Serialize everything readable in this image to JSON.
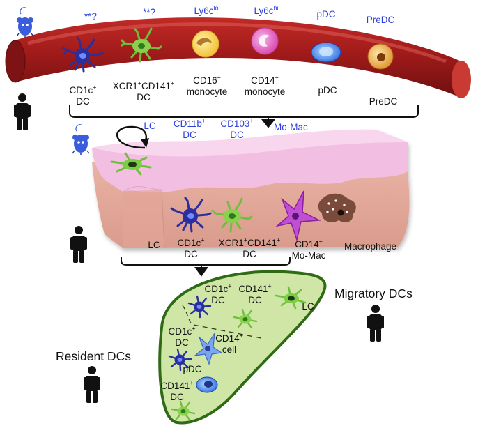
{
  "mouse_labels": {
    "ast_1": "**?",
    "ast_2": "**?",
    "ly6c_lo": {
      "base": "Ly6c",
      "sup": "lo"
    },
    "ly6c_hi": {
      "base": "Ly6c",
      "sup": "hi"
    },
    "pdc": "pDC",
    "predc": "PreDC"
  },
  "blood_labels": {
    "cd1c": {
      "base": "CD1c",
      "sup": "+",
      "line2": "DC"
    },
    "xcr1": {
      "a": "XCR1",
      "a_sup": "+",
      "b": "CD141",
      "b_sup": "+",
      "line2": "DC"
    },
    "cd16": {
      "base": "CD16",
      "sup": "+",
      "line2": "monocyte"
    },
    "cd14": {
      "base": "CD14",
      "sup": "+",
      "line2": "monocyte"
    },
    "pdc": "pDC",
    "predc": "PreDC"
  },
  "tissue_mouse_labels": {
    "lc": "LC",
    "cd11b": {
      "base": "CD11b",
      "sup": "+",
      "line2": "DC"
    },
    "cd103": {
      "base": "CD103",
      "sup": "+",
      "line2": "DC"
    },
    "momac": "Mo-Mac"
  },
  "tissue_human_labels": {
    "lc": "LC",
    "cd1c": {
      "base": "CD1c",
      "sup": "+",
      "line2": "DC"
    },
    "xcr1": {
      "a": "XCR1",
      "a_sup": "+",
      "b": "CD141",
      "b_sup": "+",
      "line2": "DC"
    },
    "cd14": {
      "base": "CD14",
      "sup": "+",
      "line2": "Mo-Mac"
    },
    "macrophage": "Macrophage"
  },
  "lymph_node_labels": {
    "migratory": "Migratory DCs",
    "resident": "Resident DCs",
    "ln_cd1c_top": {
      "base": "CD1c",
      "sup": "+",
      "line2": "DC"
    },
    "ln_cd141_top": {
      "base": "CD141",
      "sup": "+",
      "line2": "DC"
    },
    "ln_lc": "LC",
    "ln_cd1c_bottom": {
      "base": "CD1c",
      "sup": "+",
      "line2": "DC"
    },
    "ln_cd14": {
      "base": "CD14",
      "sup": "+",
      "line2": "cell"
    },
    "ln_pdc": "pDC",
    "ln_cd141_bottom": {
      "base": "CD141",
      "sup": "+",
      "line2": "DC"
    }
  },
  "colors": {
    "vessel": "#9b1717",
    "vessel_light": "#c9302f",
    "epidermis": "#f3bfe0",
    "dermis": "#e9ada0",
    "lymph_node_fill": "#cfe6a6",
    "lymph_node_stroke": "#2f6a15",
    "label_blue": "#2a3fdc",
    "cd1c_dc": "#2b2f9e",
    "xcr1_dc": "#6fbf3c",
    "macrophage": "#7a4a3a",
    "momac": "#b13ec9",
    "monocyte_cd16": "#f5d04a",
    "monocyte_cd14": "#e04db8",
    "pdc": "#2f6ee0",
    "predc": "#d98a2c"
  },
  "icons": [
    "mouse-icon",
    "human-icon"
  ]
}
